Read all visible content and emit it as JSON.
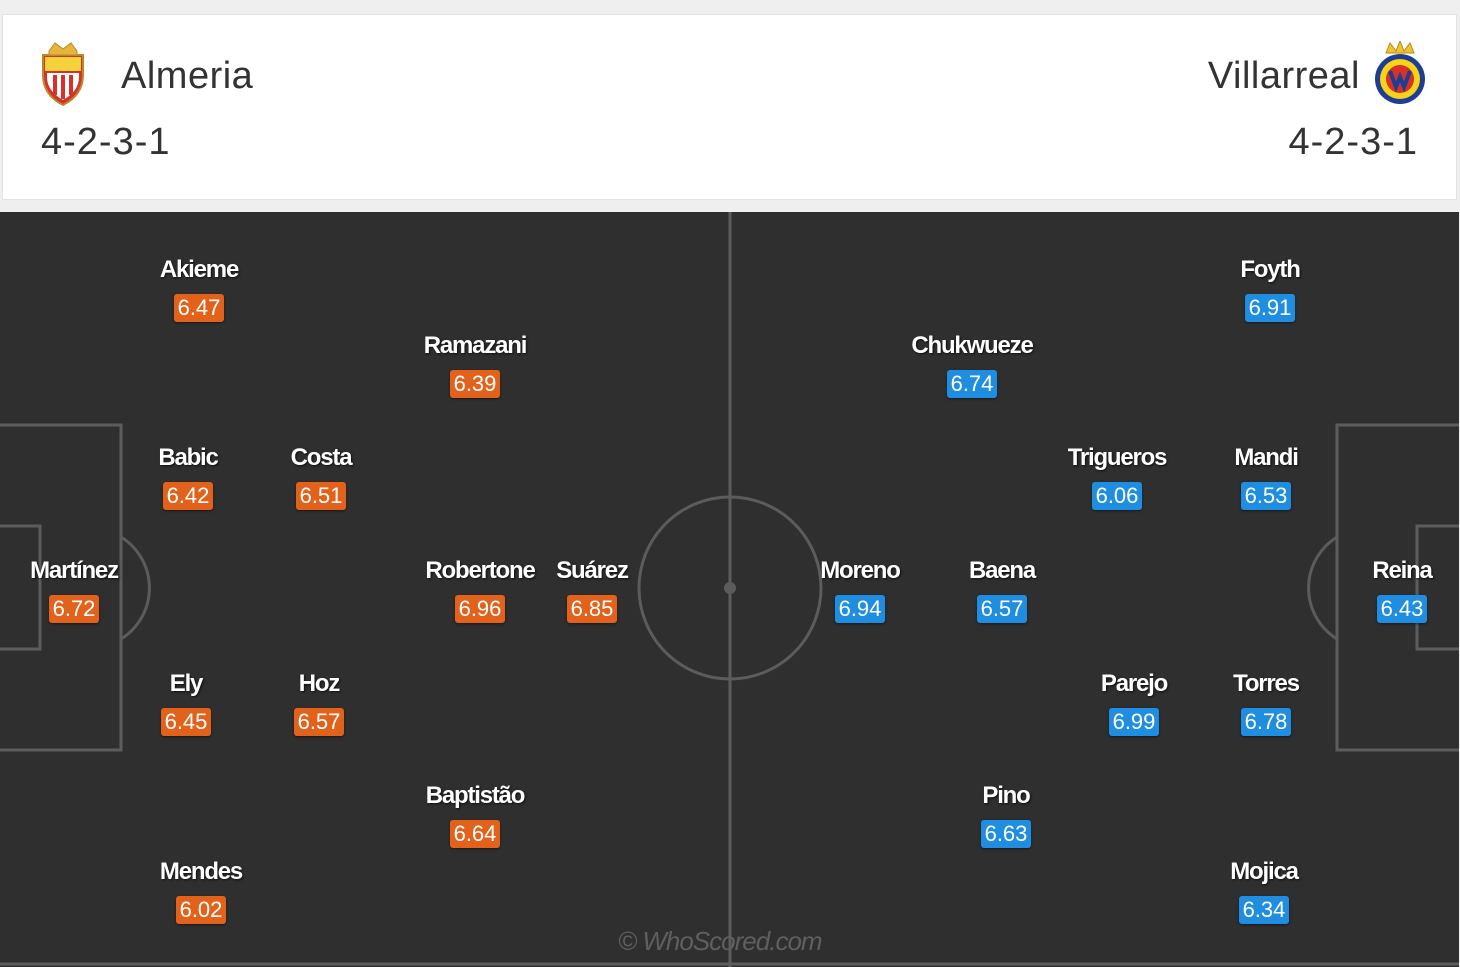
{
  "colors": {
    "home_rating": "#e2621c",
    "away_rating": "#1f8ee0",
    "pitch": "#2f2f2f",
    "pitch_lines": "#5c5c5c"
  },
  "home": {
    "name": "Almeria",
    "formation": "4-2-3-1",
    "crest_icon": "almeria-crest-icon",
    "players": [
      {
        "name": "Akieme",
        "rating": "6.47"
      },
      {
        "name": "Ramazani",
        "rating": "6.39"
      },
      {
        "name": "Babic",
        "rating": "6.42"
      },
      {
        "name": "Costa",
        "rating": "6.51"
      },
      {
        "name": "Martínez",
        "rating": "6.72"
      },
      {
        "name": "Robertone",
        "rating": "6.96"
      },
      {
        "name": "Suárez",
        "rating": "6.85"
      },
      {
        "name": "Ely",
        "rating": "6.45"
      },
      {
        "name": "Hoz",
        "rating": "6.57"
      },
      {
        "name": "Baptistão",
        "rating": "6.64"
      },
      {
        "name": "Mendes",
        "rating": "6.02"
      }
    ]
  },
  "away": {
    "name": "Villarreal",
    "formation": "4-2-3-1",
    "crest_icon": "villarreal-crest-icon",
    "players": [
      {
        "name": "Foyth",
        "rating": "6.91"
      },
      {
        "name": "Chukwueze",
        "rating": "6.74"
      },
      {
        "name": "Trigueros",
        "rating": "6.06"
      },
      {
        "name": "Mandi",
        "rating": "6.53"
      },
      {
        "name": "Moreno",
        "rating": "6.94"
      },
      {
        "name": "Baena",
        "rating": "6.57"
      },
      {
        "name": "Reina",
        "rating": "6.43"
      },
      {
        "name": "Parejo",
        "rating": "6.99"
      },
      {
        "name": "Torres",
        "rating": "6.78"
      },
      {
        "name": "Pino",
        "rating": "6.63"
      },
      {
        "name": "Mojica",
        "rating": "6.34"
      }
    ]
  },
  "watermark": "© WhoScored.com"
}
